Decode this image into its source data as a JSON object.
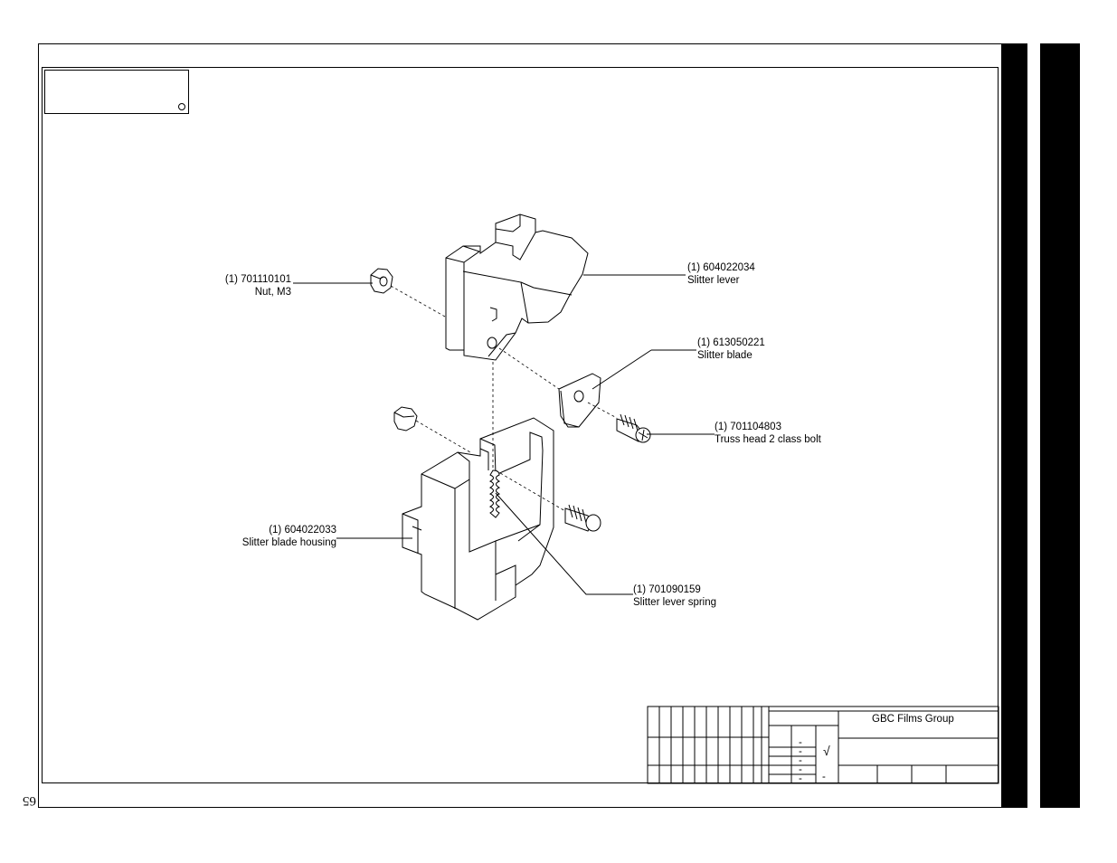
{
  "page_number": "65",
  "callouts": {
    "nut": {
      "qty": "(1) 701110101",
      "name": "Nut, M3"
    },
    "lever": {
      "qty": "(1) 604022034",
      "name": "Slitter lever"
    },
    "blade": {
      "qty": "(1) 613050221",
      "name": "Slitter blade"
    },
    "bolt": {
      "qty": "(1) 701104803",
      "name": "Truss head 2 class bolt"
    },
    "housing": {
      "qty": "(1) 604022033",
      "name": "Slitter blade housing"
    },
    "spring": {
      "qty": "(1) 701090159",
      "name": "Slitter lever spring"
    }
  },
  "title_block": {
    "company": "GBC Films Group",
    "check_mark": "√",
    "dashes": [
      "-",
      "-",
      "-",
      "-",
      "-",
      "-"
    ]
  }
}
